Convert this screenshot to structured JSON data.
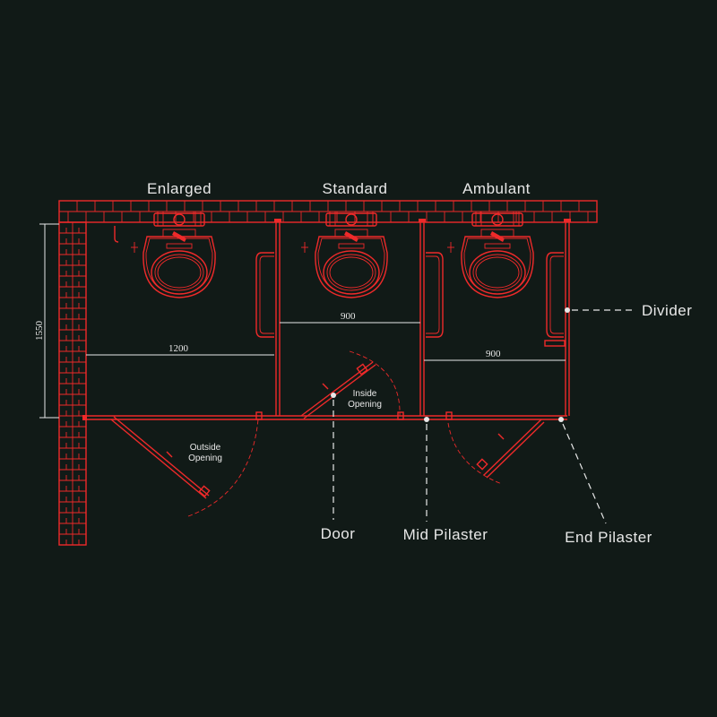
{
  "cubicles": {
    "enlarged": "Enlarged",
    "standard": "Standard",
    "ambulant": "Ambulant"
  },
  "dimensions": {
    "height": "1550",
    "enlarged_width": "1200",
    "standard_width": "900",
    "ambulant_width": "900"
  },
  "labels": {
    "divider": "Divider",
    "door": "Door",
    "mid_pilaster": "Mid Pilaster",
    "end_pilaster": "End Pilaster",
    "outside_opening_1": "Outside",
    "outside_opening_2": "Opening",
    "inside_opening_1": "Inside",
    "inside_opening_2": "Opening"
  },
  "colors": {
    "background": "#111a17",
    "drawing": "#ee2a2a",
    "annotation": "#e8e8e8"
  }
}
